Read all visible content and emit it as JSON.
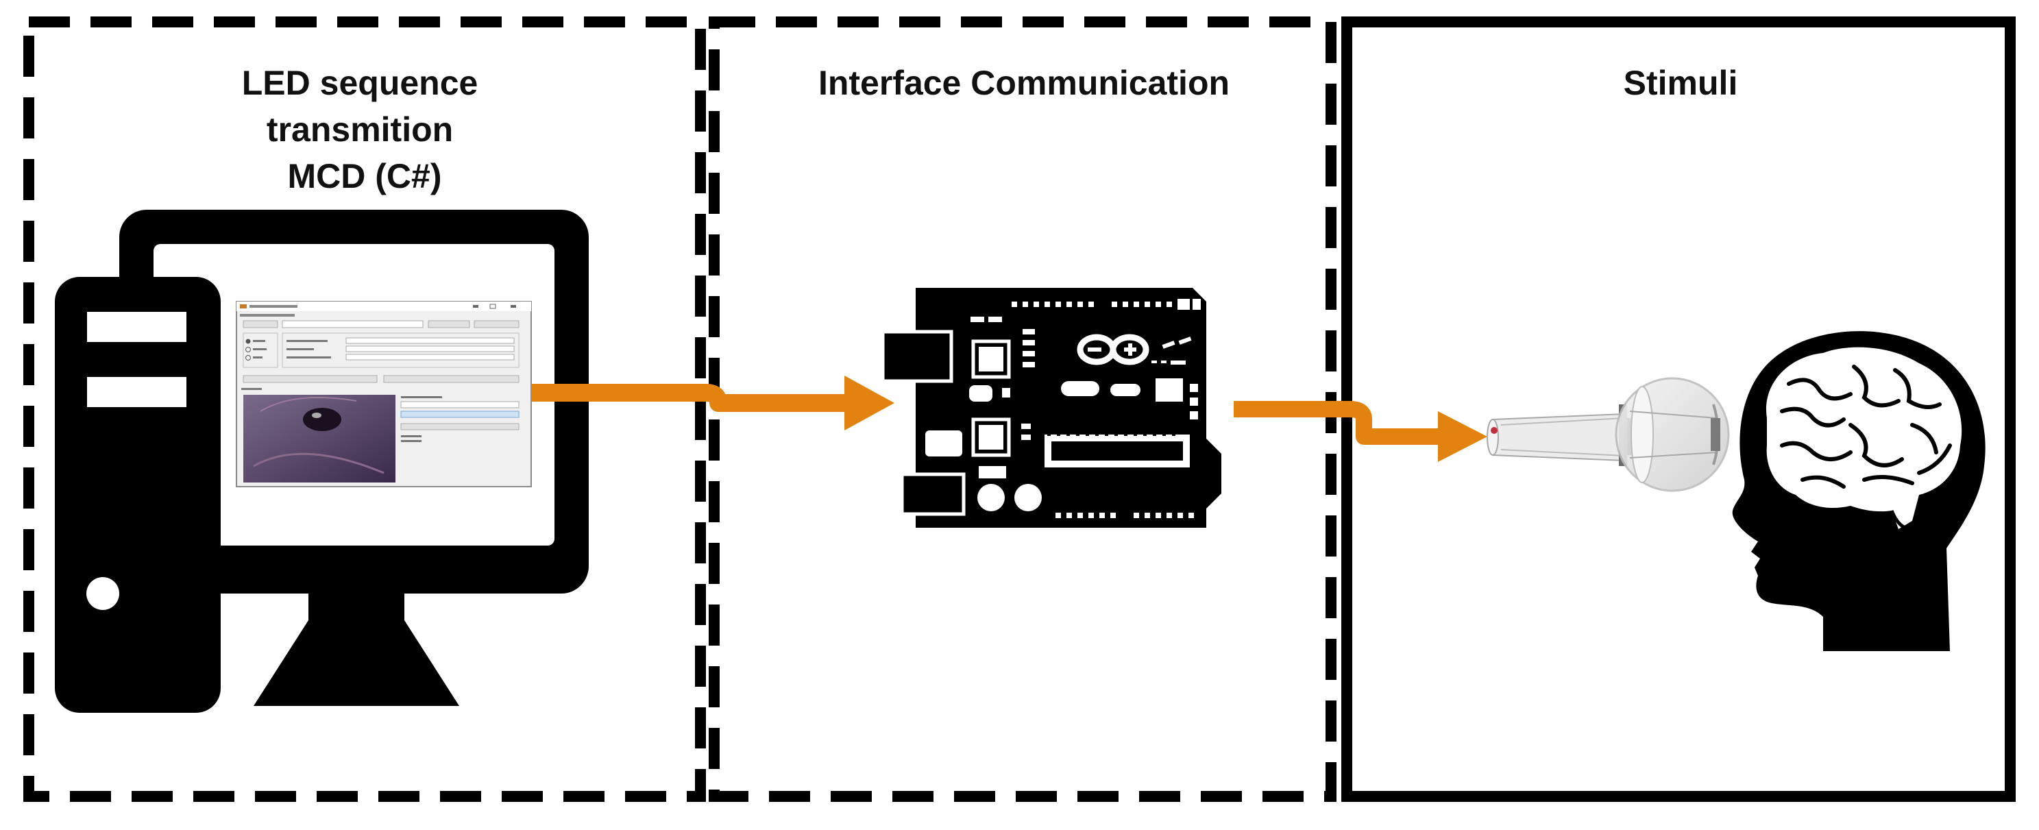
{
  "panels": {
    "pc": {
      "title_lines": [
        "LED sequence",
        "transmition",
        "MCD (C#)"
      ]
    },
    "interface": {
      "title": "Interface Communication"
    },
    "stimuli": {
      "title": "Stimuli"
    }
  },
  "colors": {
    "arrow": "#E2820F",
    "border": "#000000",
    "silhouette": "#000000",
    "background": "#FFFFFF"
  },
  "icons": [
    "desktop-computer-icon",
    "arduino-board-icon",
    "led-optic-icon",
    "eye-icon",
    "head-brain-icon"
  ]
}
